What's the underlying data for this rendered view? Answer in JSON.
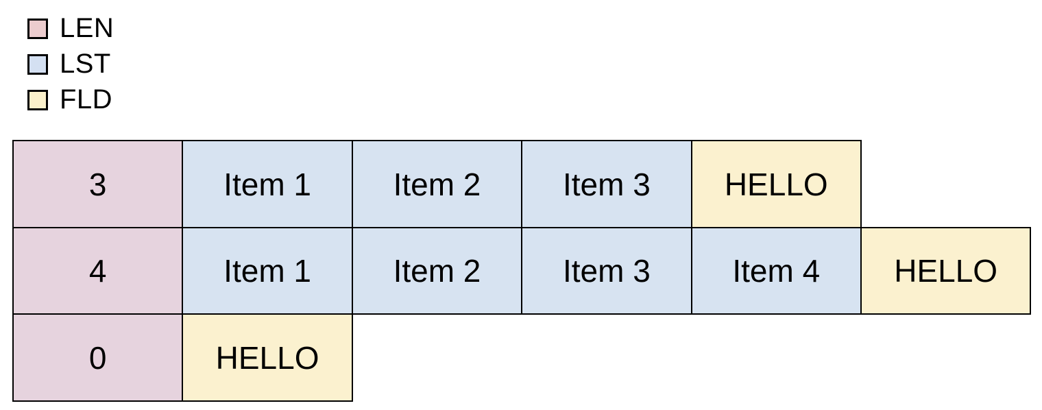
{
  "legend": {
    "items": [
      {
        "id": "len",
        "label": "LEN",
        "swatch_color": "#ecccce"
      },
      {
        "id": "lst",
        "label": "LST",
        "swatch_color": "#d4e0f2"
      },
      {
        "id": "fld",
        "label": "FLD",
        "swatch_color": "#faf0ca"
      }
    ]
  },
  "colors": {
    "len_cell": "#e6d3de",
    "lst_cell": "#d7e3f1",
    "fld_cell": "#fbf1cf",
    "border": "#000000"
  },
  "rows": [
    {
      "cells": [
        {
          "type": "LEN",
          "text": "3"
        },
        {
          "type": "LST",
          "text": "Item 1"
        },
        {
          "type": "LST",
          "text": "Item 2"
        },
        {
          "type": "LST",
          "text": "Item 3"
        },
        {
          "type": "FLD",
          "text": "HELLO"
        }
      ]
    },
    {
      "cells": [
        {
          "type": "LEN",
          "text": "4"
        },
        {
          "type": "LST",
          "text": "Item 1"
        },
        {
          "type": "LST",
          "text": "Item 2"
        },
        {
          "type": "LST",
          "text": "Item 3"
        },
        {
          "type": "LST",
          "text": "Item 4"
        },
        {
          "type": "FLD",
          "text": "HELLO"
        }
      ]
    },
    {
      "cells": [
        {
          "type": "LEN",
          "text": "0"
        },
        {
          "type": "FLD",
          "text": "HELLO"
        }
      ]
    }
  ]
}
